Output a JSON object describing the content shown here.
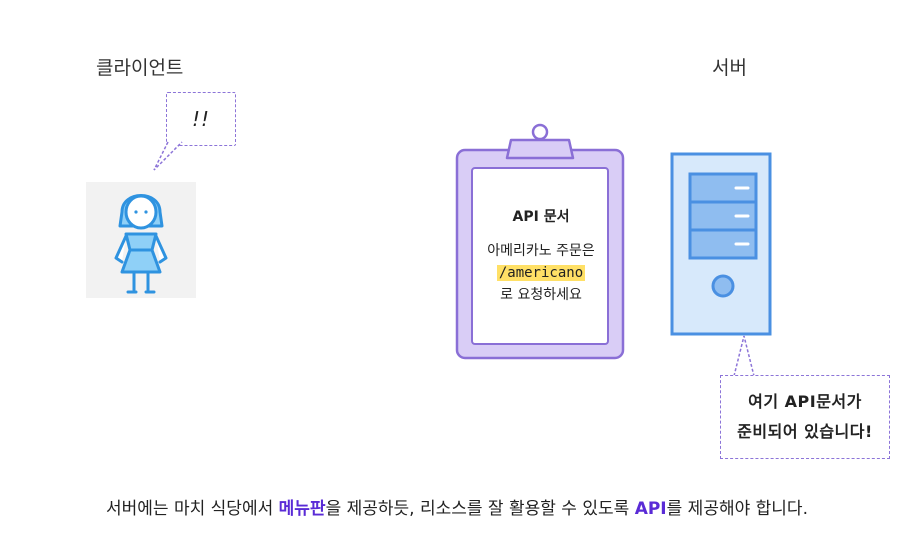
{
  "labels": {
    "client": "클라이언트",
    "server": "서버"
  },
  "client_bubble": {
    "text": "!!"
  },
  "doc": {
    "title": "API 문서",
    "line1": "아메리카노 주문은",
    "code": "/americano",
    "line3": "로 요청하세요"
  },
  "server_bubble": {
    "line1": "여기 API문서가",
    "line2": "준비되어 있습니다!"
  },
  "caption": {
    "part1": "서버에는 마치 식당에서 ",
    "highlight1": "메뉴판",
    "part2": "을 제공하듯, 리소스를 잘 활용할 수 있도록 ",
    "highlight2": "API",
    "part3": "를 제공해야 합니다."
  },
  "colors": {
    "accent": "#5a2bd6",
    "clipboard_fill": "#d9cdf6",
    "clipboard_stroke": "#8a6fd6",
    "server_fill": "#d7e9fb",
    "server_stroke": "#4a90e2",
    "code_highlight": "#ffe066"
  }
}
